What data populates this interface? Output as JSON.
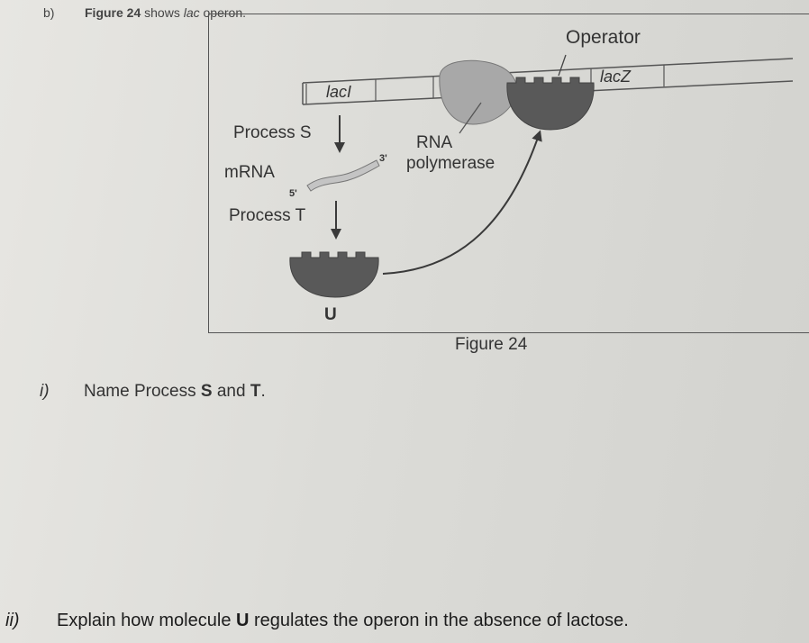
{
  "question_b": {
    "label": "b)",
    "text_bold": "Figure 24",
    "text_mid": " shows ",
    "text_italic": "lac",
    "text_end": " operon."
  },
  "figure": {
    "operator_label": "Operator",
    "laci_label": "lacI",
    "lacz_label": "lacZ",
    "process_s_label": "Process S",
    "rna_label": "RNA",
    "polymerase_label": "polymerase",
    "mrna_label": "mRNA",
    "three_prime": "3'",
    "five_prime": "5'",
    "process_t_label": "Process T",
    "u_label": "U",
    "caption": "Figure 24",
    "colors": {
      "repressor": "#595959",
      "rna_polymerase": "#a8a8a8",
      "mrna": "#c4c4c4",
      "dna_line": "#555555"
    }
  },
  "question_i": {
    "number": "i)",
    "text_a": "Name Process ",
    "s": "S",
    "and": " and ",
    "t": "T",
    "end": "."
  },
  "question_ii": {
    "number": "ii)",
    "text_a": "Explain how molecule ",
    "u": "U",
    "text_b": " regulates the operon in the absence of lactose."
  }
}
